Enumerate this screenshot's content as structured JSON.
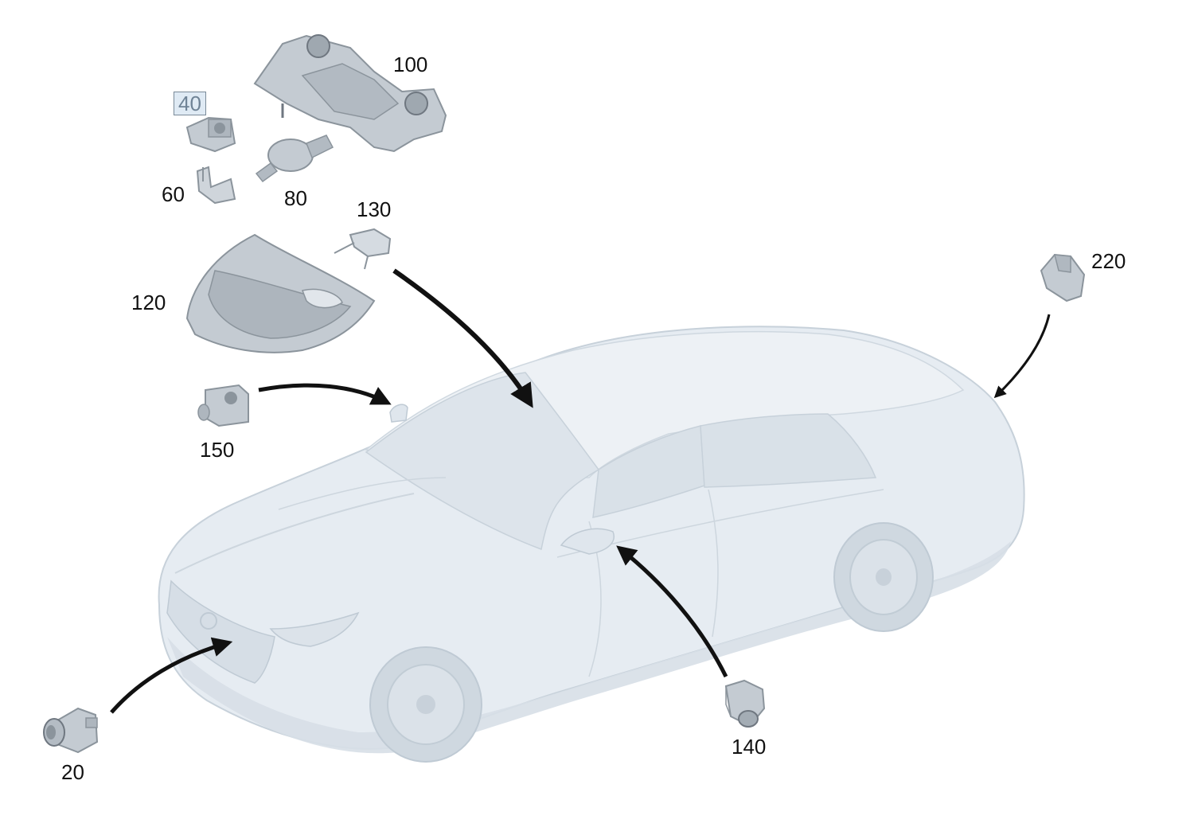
{
  "diagram": {
    "colors": {
      "background": "#ffffff",
      "car_body": "#e6ecf2",
      "car_shadow": "#d2dbe3",
      "car_outline": "#c7d1da",
      "part_fill": "#c4cbd2",
      "part_dark": "#8b949c",
      "arrow": "#111111",
      "label_text": "#111111",
      "highlight_box_fill": "#dfeaf4",
      "highlight_box_text": "#6f8396"
    },
    "parts": [
      {
        "id": "20",
        "label": "20",
        "name": "front-camera-icon"
      },
      {
        "id": "40",
        "label": "40",
        "name": "camera-module-icon",
        "highlighted": true
      },
      {
        "id": "60",
        "label": "60",
        "name": "mounting-bracket-icon"
      },
      {
        "id": "80",
        "label": "80",
        "name": "rain-light-sensor-icon"
      },
      {
        "id": "100",
        "label": "100",
        "name": "multifunction-camera-housing-icon"
      },
      {
        "id": "120",
        "label": "120",
        "name": "windshield-cover-icon"
      },
      {
        "id": "130",
        "label": "130",
        "name": "holder-clip-icon"
      },
      {
        "id": "140",
        "label": "140",
        "name": "mirror-camera-icon"
      },
      {
        "id": "150",
        "label": "150",
        "name": "side-sensor-icon"
      },
      {
        "id": "220",
        "label": "220",
        "name": "rear-camera-icon"
      }
    ]
  }
}
